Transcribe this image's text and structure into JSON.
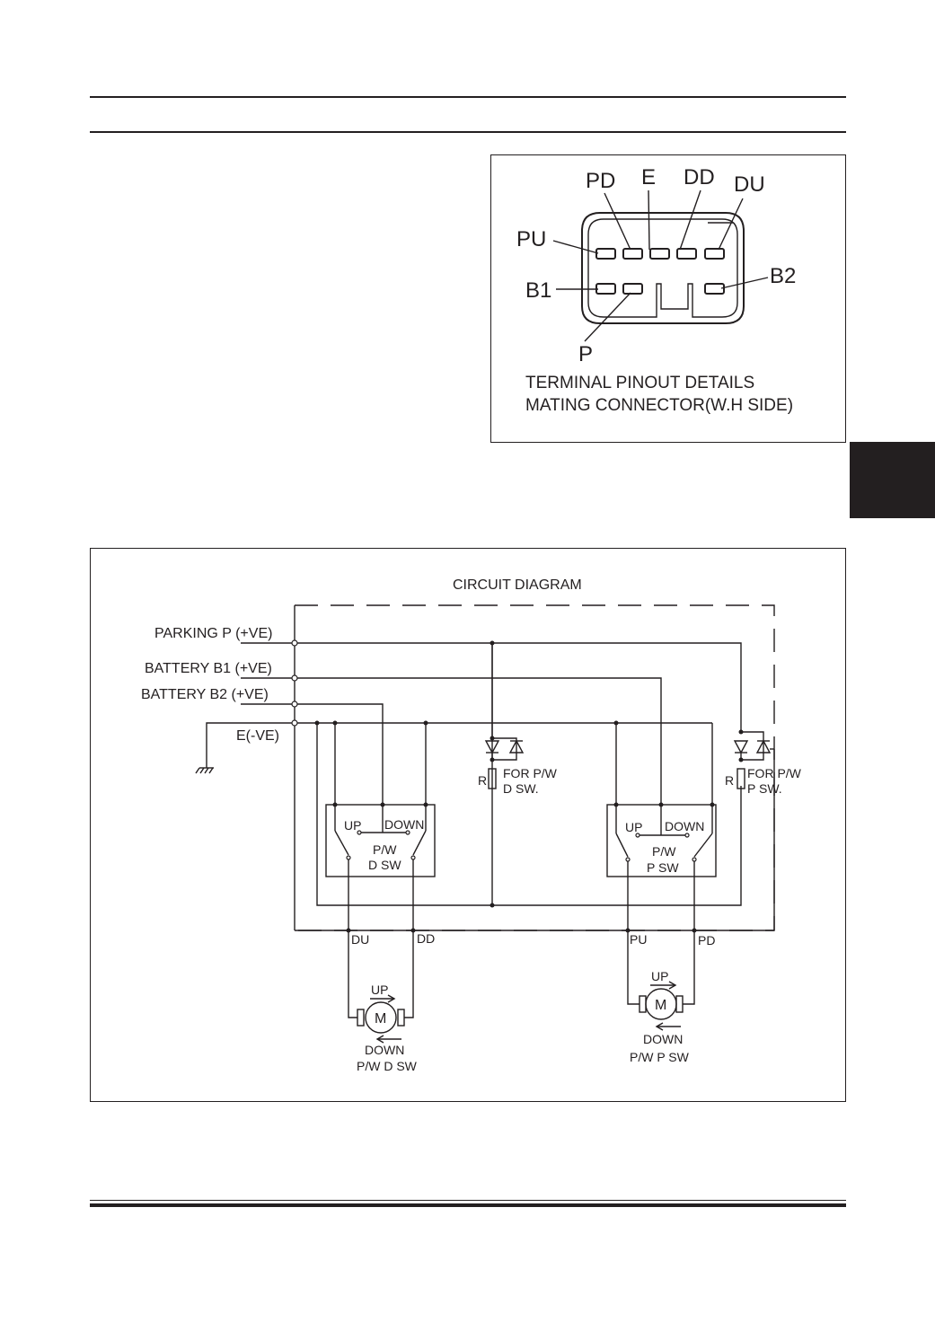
{
  "connector": {
    "pins": {
      "pd": "PD",
      "e": "E",
      "dd": "DD",
      "du": "DU",
      "pu": "PU",
      "b1": "B1",
      "b2": "B2",
      "p": "P"
    },
    "caption_line1": "TERMINAL PINOUT DETAILS",
    "caption_line2": "MATING CONNECTOR(W.H SIDE)"
  },
  "circuit": {
    "title": "CIRCUIT DIAGRAM",
    "inputs": {
      "parking": "PARKING P (+VE)",
      "battery_b1": "BATTERY B1 (+VE)",
      "battery_b2": "BATTERY B2 (+VE)",
      "earth": "E(-VE)"
    },
    "driver_switch": {
      "up": "UP",
      "down": "DOWN",
      "name1": "P/W",
      "name2": "D SW"
    },
    "passenger_switch": {
      "up": "UP",
      "down": "DOWN",
      "name1": "P/W",
      "name2": "P SW"
    },
    "illumination_d": {
      "r": "R",
      "line1": "FOR P/W",
      "line2": "D SW."
    },
    "illumination_p": {
      "r": "R",
      "line1": "FOR P/W",
      "line2": "P SW."
    },
    "terminals": {
      "du": "DU",
      "dd": "DD",
      "pu": "PU",
      "pd": "PD"
    },
    "motor_d": {
      "symbol": "M",
      "up": "UP",
      "down": "DOWN",
      "name": "P/W D SW"
    },
    "motor_p": {
      "symbol": "M",
      "up": "UP",
      "down": "DOWN",
      "name": "P/W P SW"
    }
  }
}
